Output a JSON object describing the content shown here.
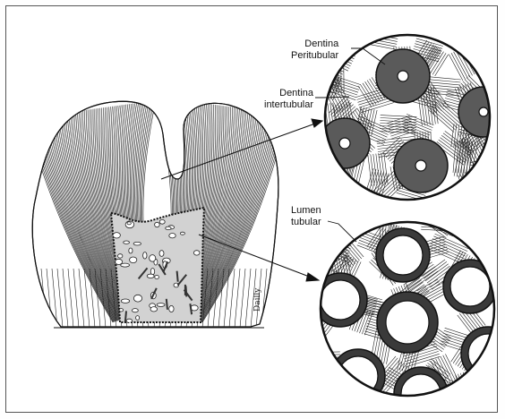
{
  "figure": {
    "labels": {
      "peritubular": [
        "Dentina",
        "Peritubular"
      ],
      "intertubular": [
        "Dentina",
        "intertubular"
      ],
      "lumen": [
        "Lumen",
        "tubular"
      ]
    },
    "signature": "Dailly"
  },
  "colors": {
    "ink": "#111111",
    "shade": "#555555",
    "pulp": "#c9c9c9",
    "paper": "#ffffff"
  }
}
